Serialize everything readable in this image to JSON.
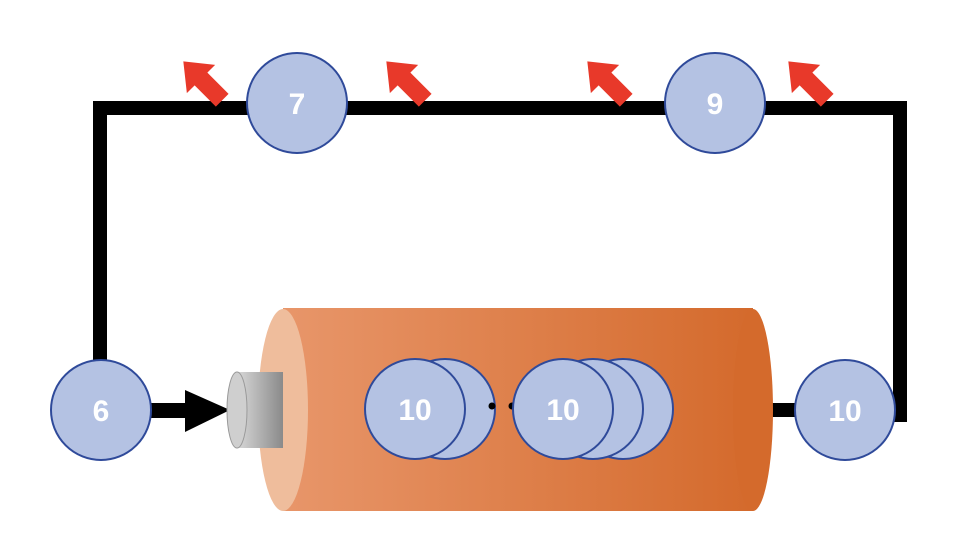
{
  "colors": {
    "node_fill": "#b4c2e3",
    "node_stroke": "#2f4a9a",
    "label": "#ffffff",
    "wire": "#000000",
    "arrow_red": "#e8392a",
    "tube_light": "#e8966a",
    "tube_dark": "#d46a2c",
    "tube_end": "#efbd9c",
    "plug_gray": "#9a9a9a"
  },
  "nodes": {
    "input": "6",
    "top_left": "7",
    "top_right": "9",
    "output": "10",
    "inner_first": "10",
    "inner_second": "10"
  },
  "ellipsis_dots": 3,
  "red_arrow_count": 4
}
